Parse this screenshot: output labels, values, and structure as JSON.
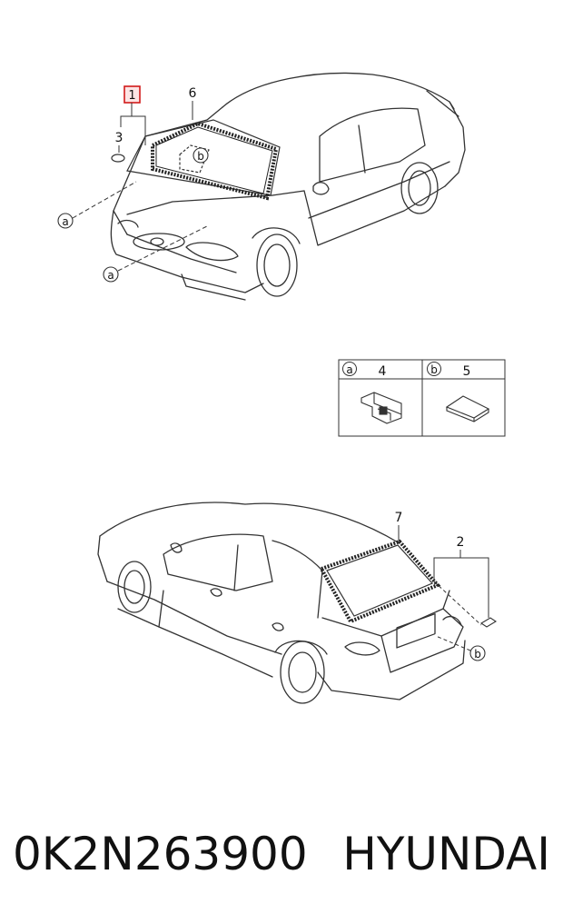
{
  "callouts": {
    "top_1": "1",
    "top_3": "3",
    "top_6": "6",
    "top_b": "b",
    "top_a1": "a",
    "top_a2": "a",
    "bottom_7": "7",
    "bottom_2": "2",
    "bottom_b": "b"
  },
  "legend": {
    "col1_letter": "a",
    "col1_part": "4",
    "col2_letter": "b",
    "col2_part": "5"
  },
  "footer": {
    "part_code": "0K2N263900",
    "brand": "HYUNDAI"
  },
  "colors": {
    "highlight": "#d11a1a",
    "line": "#333333",
    "seal": "#222222"
  }
}
